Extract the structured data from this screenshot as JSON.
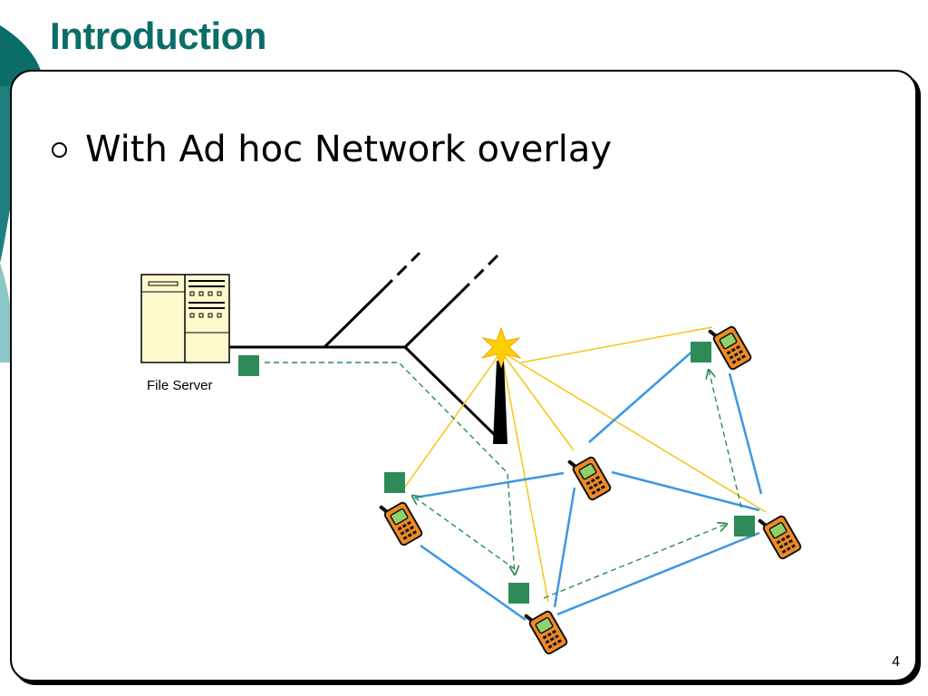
{
  "slide": {
    "title": "Introduction",
    "bullets": [
      "With Ad hoc Network overlay"
    ],
    "page_number": "4"
  },
  "diagram": {
    "server_label": "File Server",
    "colors": {
      "wired_link": "#000000",
      "radio_link": "#f5c518",
      "adhoc_link": "#3b97e3",
      "data_path": "#2e8b57",
      "node_box": "#2e8b57",
      "server_fill": "#fffacd",
      "antenna_star": "#ffd000",
      "title": "#0b6d68"
    },
    "icons": [
      "file-server-icon",
      "antenna-tower-icon",
      "mobile-phone-icon",
      "cache-node-icon"
    ]
  }
}
